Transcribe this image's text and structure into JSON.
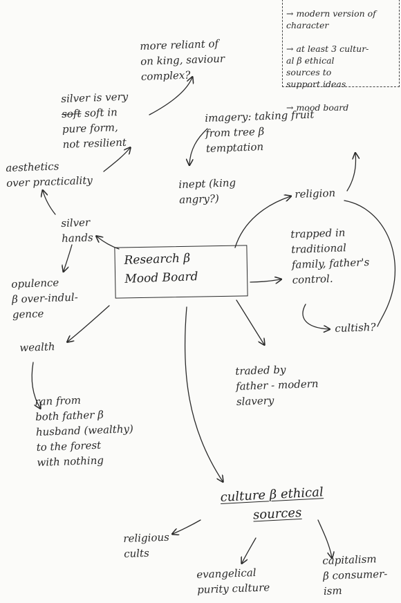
{
  "checklist": {
    "items": [
      "→ modern version of\n   character",
      "→ at least 3 cultur-\n   al β ethical\n   sources to\n   support ideas",
      "→ mood board"
    ]
  },
  "center": {
    "title": "Research β\nMood Board"
  },
  "nodes": {
    "imagery": "imagery: taking fruit\nfrom tree β\ntemptation",
    "inept": "inept (king\nangry?)",
    "religion": "religion",
    "trapped": "trapped in\ntraditional\nfamily, father's\ncontrol.",
    "cultish": "cultish?",
    "traded": "traded by\nfather - modern\nslavery",
    "silver_hands": "silver\nhands",
    "aesthetics": "aesthetics\nover practicality",
    "silver_soft_prefix": "silver is very",
    "silver_soft_struck": "soft",
    "silver_soft_rest": " soft in\npure form,\nnot resilient",
    "more_reliant": "more reliant of\non king, saviour\ncomplex?",
    "opulence": "opulence\nβ over-indul-\ngence",
    "wealth": "wealth",
    "ran_from": "ran from\nboth father β\nhusband (wealthy)\nto the forest\nwith nothing",
    "sources_line1": "culture β ethical",
    "sources_line2": "sources",
    "religious_cults": "religious\ncults",
    "evangelical": "evangelical\npurity culture",
    "capitalism": "capitalism\nβ consumer-\nism"
  }
}
